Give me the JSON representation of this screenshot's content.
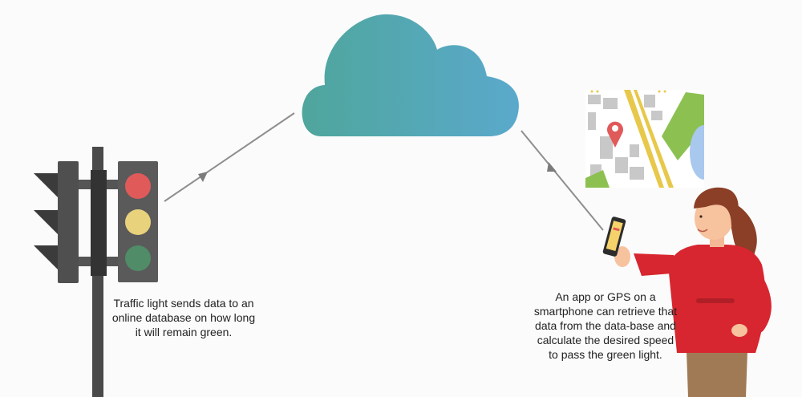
{
  "captions": {
    "traffic_light": "Traffic light sends data to an online database on how long it will remain green.",
    "smartphone": "An app or GPS on a smartphone can retrieve that data from the data-base and calculate the desired speed to pass the green light."
  },
  "icons": [
    "traffic-light-icon",
    "cloud-icon",
    "map-pin-icon",
    "smartphone-icon",
    "woman-illustration"
  ],
  "colors": {
    "background": "#fbfbfb",
    "cloud_left": "#4fa69c",
    "cloud_right": "#5aa9cc",
    "light_red": "#e05a5a",
    "light_yellow": "#e9d27c",
    "light_green": "#4f8c67",
    "pole": "#4a4a4a",
    "arrow": "#8e8e8e",
    "shirt": "#d7262f",
    "hair": "#8a3f26",
    "map_road": "#e8c84a",
    "map_park": "#8cc152"
  }
}
